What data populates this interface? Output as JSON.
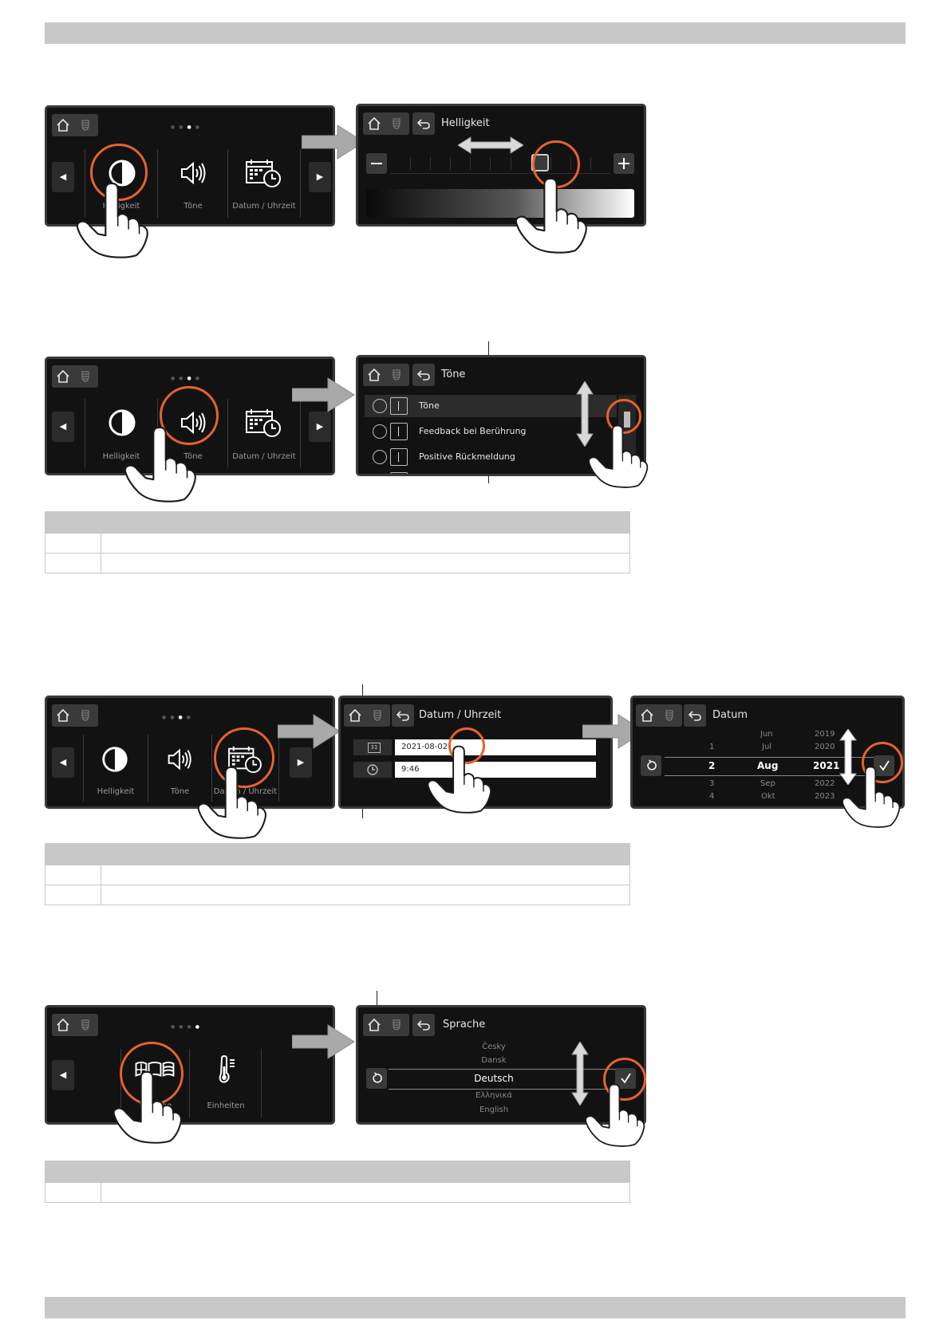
{
  "tiles": {
    "brightness": "Helligkeit",
    "sounds": "Töne",
    "datetime": "Datum / Uhrzeit",
    "language": "Sprache",
    "units": "Einheiten"
  },
  "brightness_screen": {
    "title": "Helligkeit",
    "level": 0.68
  },
  "sounds_screen": {
    "title": "Töne",
    "items": [
      "Töne",
      "Feedback bei Berührung",
      "Positive Rückmeldung"
    ]
  },
  "datetime_screen": {
    "title": "Datum / Uhrzeit",
    "date_value": "2021-08-02",
    "time_value": "9:46",
    "calendar_icon_text": "31"
  },
  "date_screen": {
    "title": "Datum",
    "days": [
      "",
      "1",
      "2",
      "3",
      "4"
    ],
    "months": [
      "Jun",
      "Jul",
      "Aug",
      "Sep",
      "Okt"
    ],
    "years": [
      "2019",
      "2020",
      "2021",
      "2022",
      "2023"
    ]
  },
  "language_screen": {
    "title": "Sprache",
    "options": [
      "Česky",
      "Dansk",
      "Deutsch",
      "Ελληνικά",
      "English"
    ]
  },
  "colors": {
    "accent": "#e8622c",
    "screen_bg": "#121212",
    "table_header": "#c8c8c8"
  }
}
